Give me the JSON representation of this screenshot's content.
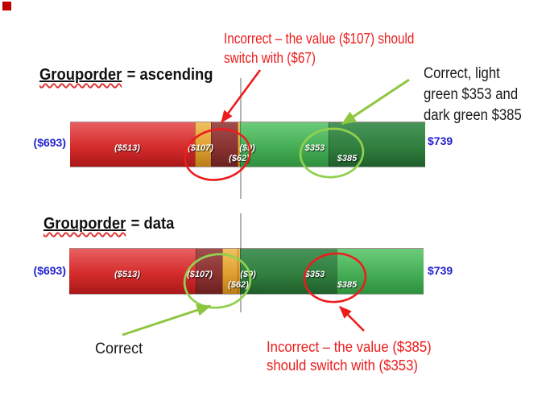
{
  "marker_color": "#c00000",
  "headings": {
    "ascending_word": "Grouporder",
    "ascending_rest": "= ascending",
    "data_word": "Grouporder",
    "data_rest": "= data"
  },
  "annotations": {
    "incorrect_top_line1": "Incorrect – the value ($107) should",
    "incorrect_top_line2": "switch with ($67)",
    "correct_top_line1": "Correct, light",
    "correct_top_line2": "green $353 and",
    "correct_top_line3": "dark green $385",
    "correct_bottom": "Correct",
    "incorrect_bottom_line1": "Incorrect – the value ($385)",
    "incorrect_bottom_line2": "should switch with ($353)"
  },
  "bars": {
    "ascending": {
      "total_left": "($693)",
      "total_right": "$739",
      "labels": {
        "l513": "($513)",
        "l107": "($107)",
        "l9": "($9)",
        "l62": "($62)",
        "l353": "$353",
        "l385": "$385"
      }
    },
    "data": {
      "total_left": "($693)",
      "total_right": "$739",
      "labels": {
        "l513": "($513)",
        "l107": "($107)",
        "l9": "($9)",
        "l62": "($62)",
        "l353": "$353",
        "l385": "$385"
      }
    }
  },
  "colors": {
    "annotation_red": "#ed1c1c",
    "annotation_green": "#8dc63f",
    "ellipse_green": "#92d050",
    "total_blue": "#2222ce",
    "segment_red": "#d52c2c",
    "segment_gold": "#e0a030",
    "segment_dark_red": "#8c3333",
    "segment_light_green": "#46ae56",
    "segment_dark_green": "#31803f",
    "zero_line_gray": "#b4b4b4"
  },
  "chart_data": [
    {
      "type": "bar",
      "orientation": "horizontal-stacked",
      "title": "Grouporder = ascending",
      "left_total_label": "($693)",
      "right_total_label": "$739",
      "baseline": "zero line drawn between negative (red/gold) and positive (green) segments",
      "segments": [
        {
          "label": "($513)",
          "displayed_width_value": 513,
          "color_name": "red"
        },
        {
          "label": "($107)",
          "displayed_width_value": 67,
          "color_name": "gold",
          "annotation": "incorrect — the value ($107) should switch with ($67)"
        },
        {
          "label": "($62)",
          "displayed_width_value": 107,
          "color_name": "dark-red",
          "annotation": "incorrect label placement"
        },
        {
          "label": "($9)",
          "displayed_width_value": 9,
          "color_name": "gold"
        },
        {
          "label": "$353",
          "displayed_width_value": 353,
          "color_name": "light-green",
          "annotation": "correct, light green $353"
        },
        {
          "label": "$385",
          "displayed_width_value": 385,
          "color_name": "dark-green",
          "annotation": "correct, dark green $385"
        }
      ]
    },
    {
      "type": "bar",
      "orientation": "horizontal-stacked",
      "title": "Grouporder = data",
      "left_total_label": "($693)",
      "right_total_label": "$739",
      "baseline": "zero line drawn between negative (red/gold) and positive (green) segments",
      "segments": [
        {
          "label": "($513)",
          "displayed_width_value": 513,
          "color_name": "red"
        },
        {
          "label": "($107)",
          "displayed_width_value": 107,
          "color_name": "dark-red",
          "annotation": "correct"
        },
        {
          "label": "($62)",
          "displayed_width_value": 62,
          "color_name": "gold",
          "annotation": "correct"
        },
        {
          "label": "($9)",
          "displayed_width_value": 9,
          "color_name": "gold"
        },
        {
          "label": "$353",
          "displayed_width_value": 385,
          "color_name": "dark-green",
          "annotation": "incorrect — the value ($385) should switch with ($353)"
        },
        {
          "label": "$385",
          "displayed_width_value": 353,
          "color_name": "light-green",
          "annotation": "incorrect label placement"
        }
      ]
    }
  ]
}
